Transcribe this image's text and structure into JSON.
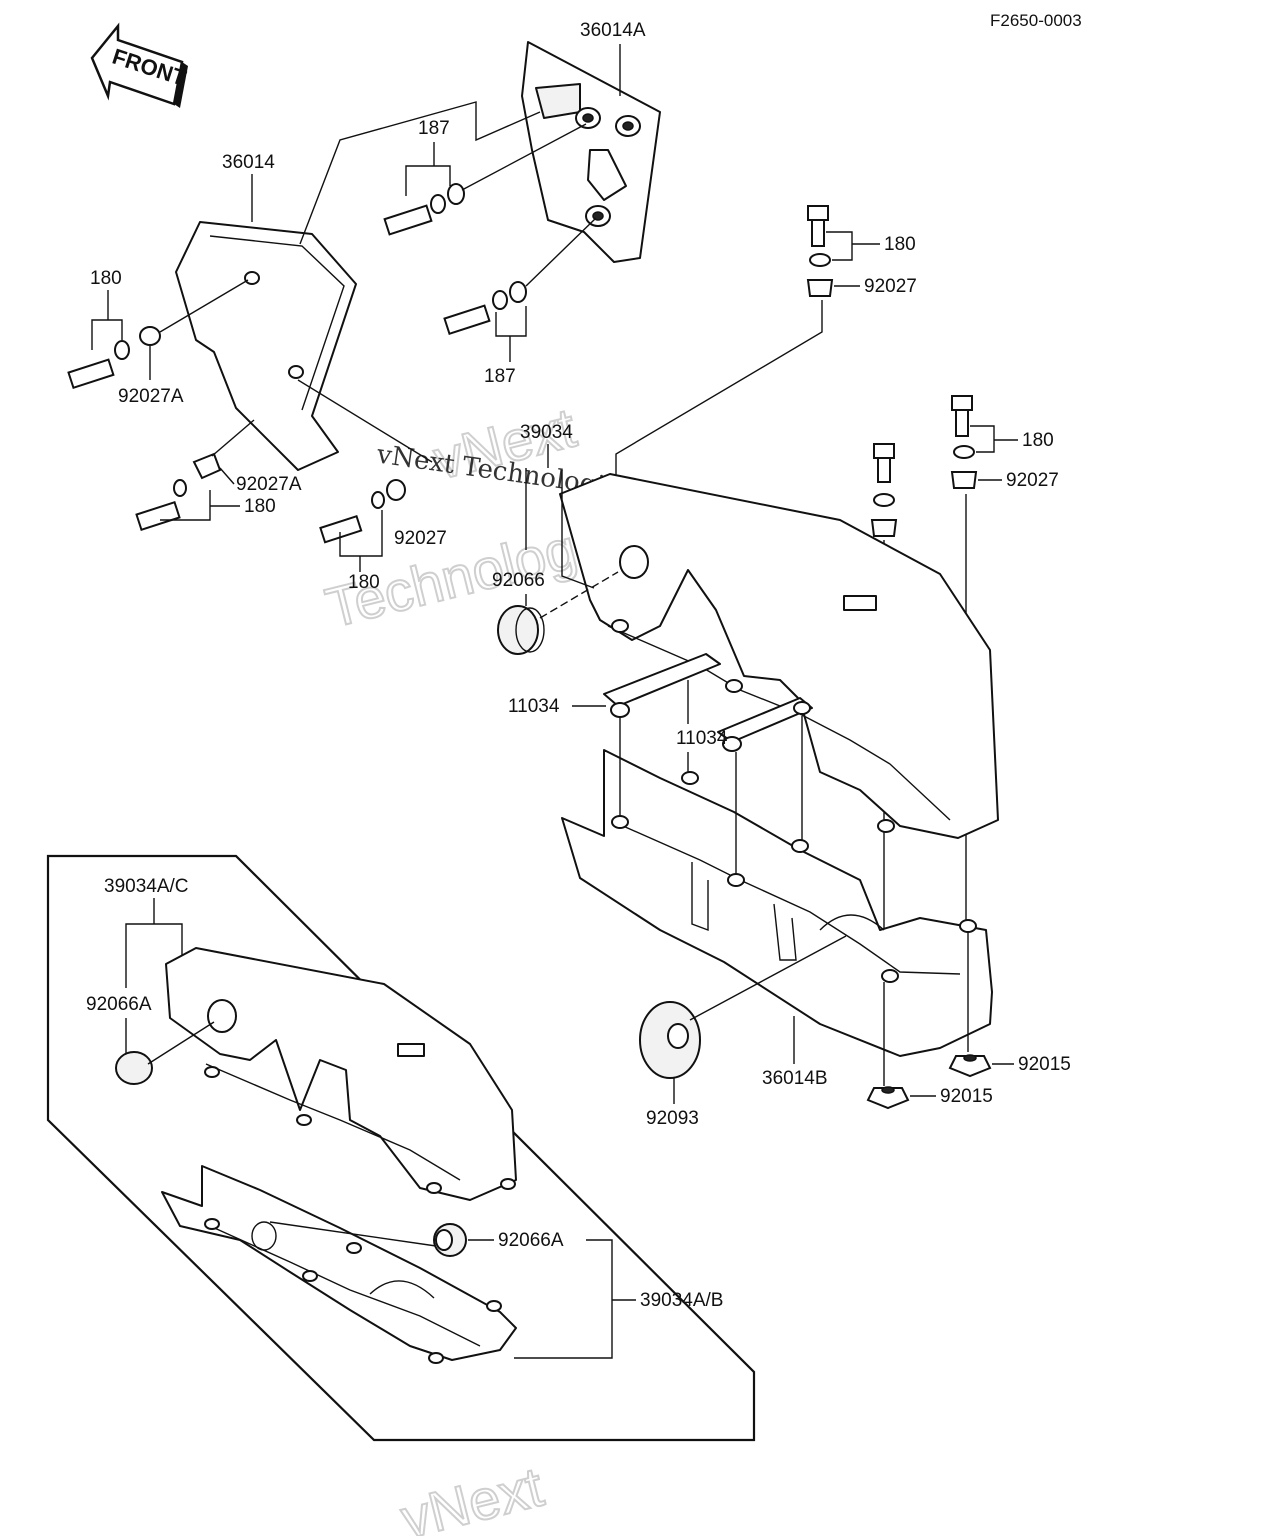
{
  "diagram": {
    "code": "F2650-0003",
    "front_arrow": "FRONT",
    "watermark_line1": "vNext Technologies",
    "watermark_faint_1": "vNext",
    "watermark_faint_2": "Technologies",
    "watermark_bottom": "vNext"
  },
  "labels": {
    "p36014A": "36014A",
    "p36014": "36014",
    "p187_top": "187",
    "p187_bottom": "187",
    "p180_left": "180",
    "p92027A_left": "92027A",
    "p92027A_mid": "92027A",
    "p180_mid": "180",
    "p92027_mid": "92027",
    "p180_midlow": "180",
    "p180_right_top": "180",
    "p92027_right_top": "92027",
    "p180_right_mid": "180",
    "p92027_right_mid": "92027",
    "p39034": "39034",
    "p92066": "92066",
    "p11034_left": "11034",
    "p11034_mid": "11034",
    "p92093": "92093",
    "p36014B": "36014B",
    "p92015_right": "92015",
    "p92015_low": "92015",
    "p39034AC": "39034A/C",
    "p92066A_top": "92066A",
    "p92066A_bottom": "92066A",
    "p39034AB": "39034A/B"
  }
}
